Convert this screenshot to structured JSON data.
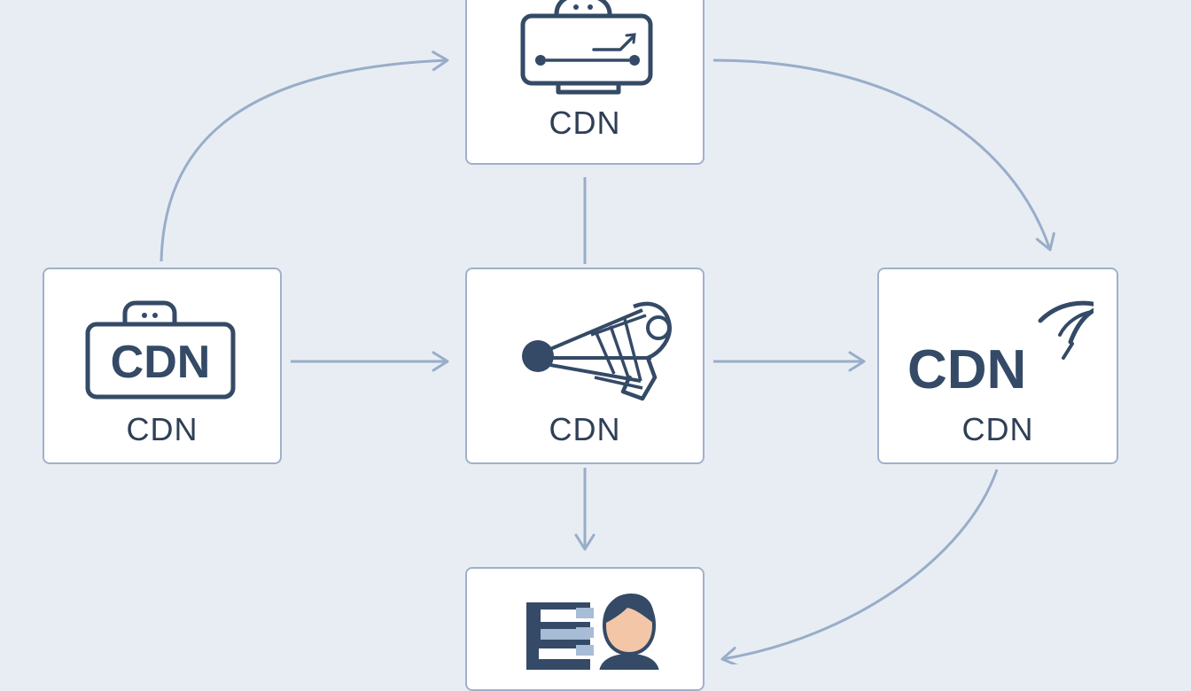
{
  "nodes": {
    "top": {
      "label": "CDN",
      "icon": "server-network-icon"
    },
    "left": {
      "label": "CDN",
      "icon_text": "CDN",
      "icon": "cdn-logo-icon"
    },
    "center": {
      "label": "CDN",
      "icon": "satellite-dish-icon"
    },
    "right": {
      "label": "CDN",
      "icon_text": "CDN",
      "icon": "cdn-signal-logo-icon"
    },
    "bottom": {
      "icon": "user-dashboard-icon"
    }
  },
  "colors": {
    "background": "#e8edf4",
    "connector": "#98adc8",
    "box_border": "#9fb1ca",
    "icon_dark": "#344a66",
    "icon_light": "#a7bcd6",
    "skin": "#f3c6a8"
  }
}
